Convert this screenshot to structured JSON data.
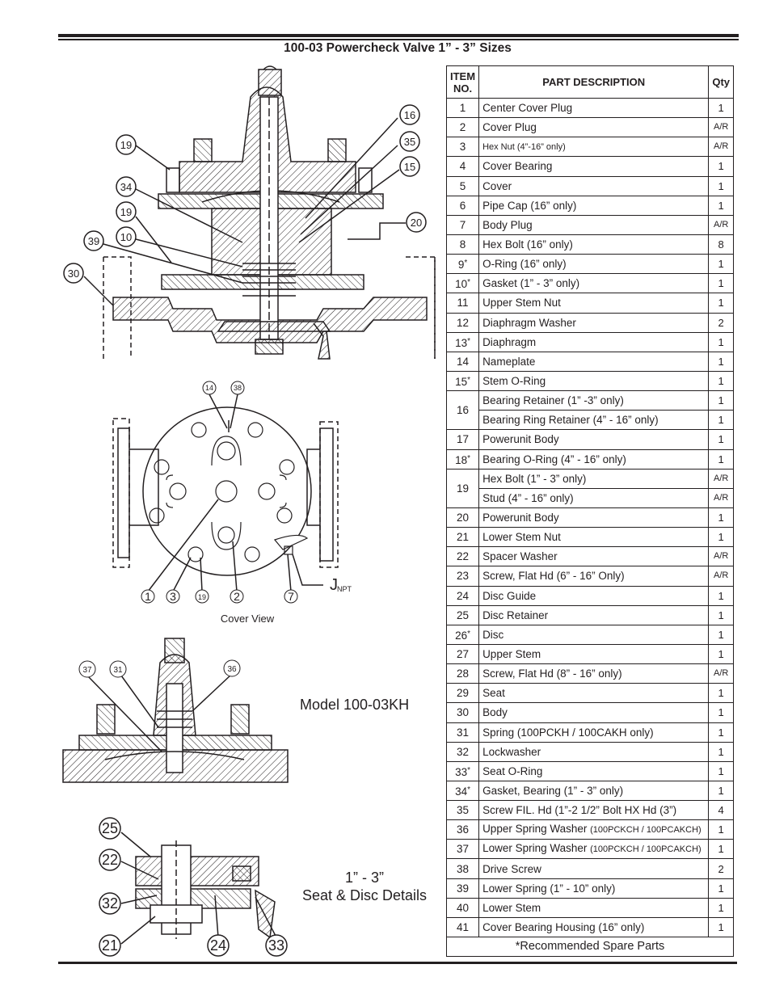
{
  "title": "100-03 Powercheck Valve 1” - 3” Sizes",
  "table": {
    "headers": {
      "item_no_line1": "ITEM",
      "item_no_line2": "NO.",
      "description": "PART DESCRIPTION",
      "qty": "Qty"
    },
    "rows": [
      {
        "no": "1",
        "star": "",
        "desc": "Center Cover Plug",
        "desc_small": "",
        "qty": "1"
      },
      {
        "no": "2",
        "star": "",
        "desc": "Cover Plug",
        "desc_small": "",
        "qty": "A/R"
      },
      {
        "no": "3",
        "star": "",
        "desc": "",
        "desc_small": "Hex Nut (4”-16” only)",
        "qty": "A/R"
      },
      {
        "no": "4",
        "star": "",
        "desc": "Cover Bearing",
        "desc_small": "",
        "qty": "1"
      },
      {
        "no": "5",
        "star": "",
        "desc": "Cover",
        "desc_small": "",
        "qty": "1"
      },
      {
        "no": "6",
        "star": "",
        "desc": "Pipe Cap (16” only)",
        "desc_small": "",
        "qty": "1"
      },
      {
        "no": "7",
        "star": "",
        "desc": "Body Plug",
        "desc_small": "",
        "qty": "A/R"
      },
      {
        "no": "8",
        "star": "",
        "desc": "Hex Bolt (16” only)",
        "desc_small": "",
        "qty": "8"
      },
      {
        "no": "9",
        "star": "*",
        "desc": "O-Ring (16” only)",
        "desc_small": "",
        "qty": "1"
      },
      {
        "no": "10",
        "star": "*",
        "desc": "Gasket (1” - 3” only)",
        "desc_small": "",
        "qty": "1"
      },
      {
        "no": "11",
        "star": "",
        "desc": "Upper Stem Nut",
        "desc_small": "",
        "qty": "1"
      },
      {
        "no": "12",
        "star": "",
        "desc": "Diaphragm Washer",
        "desc_small": "",
        "qty": "2"
      },
      {
        "no": "13",
        "star": "*",
        "desc": "Diaphragm",
        "desc_small": "",
        "qty": "1"
      },
      {
        "no": "14",
        "star": "",
        "desc": "Nameplate",
        "desc_small": "",
        "qty": "1"
      },
      {
        "no": "15",
        "star": "*",
        "desc": "Stem O-Ring",
        "desc_small": "",
        "qty": "1"
      },
      {
        "no": "16",
        "star": "",
        "desc": "Bearing Retainer (1” -3” only)",
        "desc_small": "",
        "qty": "1",
        "desc2": "Bearing Ring Retainer (4” - 16” only)",
        "qty2": "1"
      },
      {
        "no": "17",
        "star": "",
        "desc": "Powerunit Body",
        "desc_small": "",
        "qty": "1"
      },
      {
        "no": "18",
        "star": "*",
        "desc": "Bearing O-Ring (4” - 16” only)",
        "desc_small": "",
        "qty": "1"
      },
      {
        "no": "19",
        "star": "",
        "desc": "Hex Bolt (1” - 3” only)",
        "desc_small": "",
        "qty": "A/R",
        "desc2": "Stud (4” - 16” only)",
        "qty2": "A/R"
      },
      {
        "no": "20",
        "star": "",
        "desc": "Powerunit Body",
        "desc_small": "",
        "qty": "1"
      },
      {
        "no": "21",
        "star": "",
        "desc": "Lower Stem Nut",
        "desc_small": "",
        "qty": "1"
      },
      {
        "no": "22",
        "star": "",
        "desc": "Spacer Washer",
        "desc_small": "",
        "qty": "A/R"
      },
      {
        "no": "23",
        "star": "",
        "desc": "Screw, Flat Hd (6” - 16” Only)",
        "desc_small": "",
        "qty": "A/R"
      },
      {
        "no": "24",
        "star": "",
        "desc": "Disc Guide",
        "desc_small": "",
        "qty": "1"
      },
      {
        "no": "25",
        "star": "",
        "desc": "Disc Retainer",
        "desc_small": "",
        "qty": "1"
      },
      {
        "no": "26",
        "star": "*",
        "desc": "Disc",
        "desc_small": "",
        "qty": "1"
      },
      {
        "no": "27",
        "star": "",
        "desc": "Upper Stem",
        "desc_small": "",
        "qty": "1"
      },
      {
        "no": "28",
        "star": "",
        "desc": "Screw, Flat Hd (8” - 16” only)",
        "desc_small": "",
        "qty": "A/R"
      },
      {
        "no": "29",
        "star": "",
        "desc": "Seat",
        "desc_small": "",
        "qty": "1"
      },
      {
        "no": "30",
        "star": "",
        "desc": "Body",
        "desc_small": "",
        "qty": "1"
      },
      {
        "no": "31",
        "star": "",
        "desc": "Spring (100PCKH / 100CAKH only)",
        "desc_small": "",
        "qty": "1"
      },
      {
        "no": "32",
        "star": "",
        "desc": "Lockwasher",
        "desc_small": "",
        "qty": "1"
      },
      {
        "no": "33",
        "star": "*",
        "desc": "Seat O-Ring",
        "desc_small": "",
        "qty": "1"
      },
      {
        "no": "34",
        "star": "*",
        "desc": "Gasket, Bearing (1” - 3” only)",
        "desc_small": "",
        "qty": "1"
      },
      {
        "no": "35",
        "star": "",
        "desc": "Screw FIL. Hd (1”-2 1/2” Bolt HX Hd (3”)",
        "desc_small": "",
        "qty": "4"
      },
      {
        "no": "36",
        "star": "",
        "desc": "Upper Spring Washer ",
        "desc_small": "(100PCKCH / 100PCAKCH)",
        "qty": "1"
      },
      {
        "no": "37",
        "star": "",
        "desc": "Lower Spring Washer ",
        "desc_small": "(100PCKCH / 100PCAKCH)",
        "qty": "1"
      },
      {
        "no": "38",
        "star": "",
        "desc": "Drive Screw",
        "desc_small": "",
        "qty": "2"
      },
      {
        "no": "39",
        "star": "",
        "desc": "Lower Spring (1” - 10” only)",
        "desc_small": "",
        "qty": "1"
      },
      {
        "no": "40",
        "star": "",
        "desc": "Lower Stem",
        "desc_small": "",
        "qty": "1"
      },
      {
        "no": "41",
        "star": "",
        "desc": "Cover Bearing Housing (16” only)",
        "desc_small": "",
        "qty": "1"
      }
    ],
    "footnote": "*Recommended Spare Parts"
  },
  "drawings": {
    "top_callouts": [
      "16",
      "35",
      "15",
      "19",
      "34",
      "19",
      "10",
      "39",
      "30",
      "20"
    ],
    "cover_view_callouts": [
      "14",
      "38",
      "1",
      "3",
      "19",
      "2",
      "7"
    ],
    "npt_letter": "J",
    "npt_text": "NPT",
    "cover_view_caption": "Cover View",
    "model_callouts": [
      "37",
      "31",
      "36"
    ],
    "model_caption": "Model 100-03KH",
    "seat_callouts": [
      "25",
      "22",
      "32",
      "21",
      "24",
      "33"
    ],
    "seat_caption_line1": "1” - 3”",
    "seat_caption_line2": "Seat & Disc Details"
  }
}
